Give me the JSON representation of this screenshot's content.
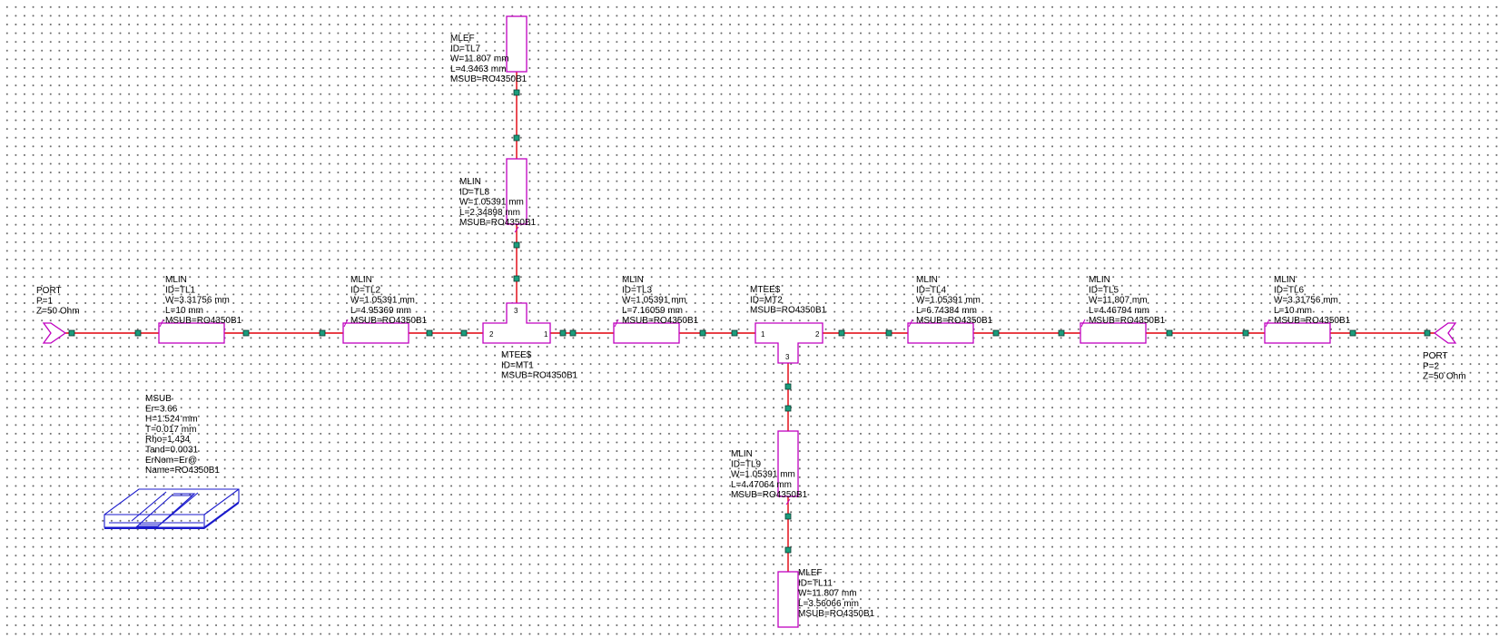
{
  "colors": {
    "wire": "#e0000a",
    "element": "#c000c0",
    "node": "#1c9c7c",
    "substrate": "#1a1acc"
  },
  "ports": [
    {
      "lines": [
        "PORT",
        "P=1",
        "Z=50 Ohm"
      ]
    },
    {
      "lines": [
        "PORT",
        "P=2",
        "Z=50 Ohm"
      ]
    }
  ],
  "lines": [
    {
      "lines": [
        "MLIN",
        "ID=TL1",
        "W=3.31756 mm",
        "L=10 mm",
        "MSUB=RO4350B1"
      ]
    },
    {
      "lines": [
        "MLIN",
        "ID=TL2",
        "W=1.05391 mm",
        "L=4.95369 mm",
        "MSUB=RO4350B1"
      ]
    },
    {
      "lines": [
        "MLIN",
        "ID=TL3",
        "W=1.05391 mm",
        "L=7.16059 mm",
        "MSUB=RO4350B1"
      ]
    },
    {
      "lines": [
        "MLIN",
        "ID=TL4",
        "W=1.05391 mm",
        "L=6.74384 mm",
        "MSUB=RO4350B1"
      ]
    },
    {
      "lines": [
        "MLIN",
        "ID=TL5",
        "W=11.807 mm",
        "L=4.46794 mm",
        "MSUB=RO4350B1"
      ]
    },
    {
      "lines": [
        "MLIN",
        "ID=TL6",
        "W=3.31756 mm",
        "L=10 mm",
        "MSUB=RO4350B1"
      ]
    },
    {
      "lines": [
        "MLIN",
        "ID=TL8",
        "W=1.05391 mm",
        "L=2.34898 mm",
        "MSUB=RO4350B1"
      ]
    },
    {
      "lines": [
        "MLIN",
        "ID=TL9",
        "W=1.05391 mm",
        "L=4.47064 mm",
        "MSUB=RO4350B1"
      ]
    }
  ],
  "opens": [
    {
      "lines": [
        "MLEF",
        "ID=TL7",
        "W=11.807 mm",
        "L=4.3463 mm",
        "MSUB=RO4350B1"
      ]
    },
    {
      "lines": [
        "MLEF",
        "ID=TL11",
        "W=11.807 mm",
        "L=3.56066 mm",
        "MSUB=RO4350B1"
      ]
    }
  ],
  "tees": [
    {
      "lines": [
        "MTEE$",
        "ID=MT1",
        "MSUB=RO4350B1"
      ]
    },
    {
      "lines": [
        "MTEE$",
        "ID=MT2",
        "MSUB=RO4350B1"
      ]
    }
  ],
  "pins": {
    "p1": "1",
    "p2": "2",
    "p3": "3"
  },
  "substrate": {
    "lines": [
      "MSUB",
      "Er=3.66",
      "H=1.524 mm",
      "T=0.017 mm",
      "Rho=1.434",
      "Tand=0.0031",
      "ErNom=Er@",
      "Name=RO4350B1"
    ]
  }
}
